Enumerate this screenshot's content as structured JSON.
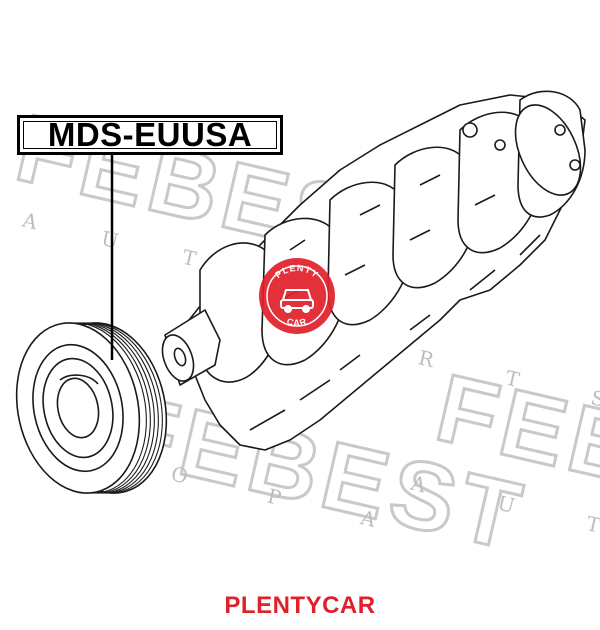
{
  "part_number": "MDS-EUUSA",
  "watermark": {
    "brand": "FEBEST",
    "tagline": "AUTO PARTS",
    "tagline_letters": [
      "A",
      "U",
      "T",
      "O",
      "P",
      "A",
      "R",
      "T",
      "S"
    ],
    "color": "#c9c9c9"
  },
  "stamp": {
    "top_text": "PLENTY",
    "bottom_text": "CAR",
    "color": "#e0202a"
  },
  "footer": {
    "brand": "PLENTYCAR",
    "color": "#e0202a"
  },
  "illustration": {
    "subject": "crankshaft-pulley-and-crankshaft",
    "line_color": "#1a1a1a"
  }
}
